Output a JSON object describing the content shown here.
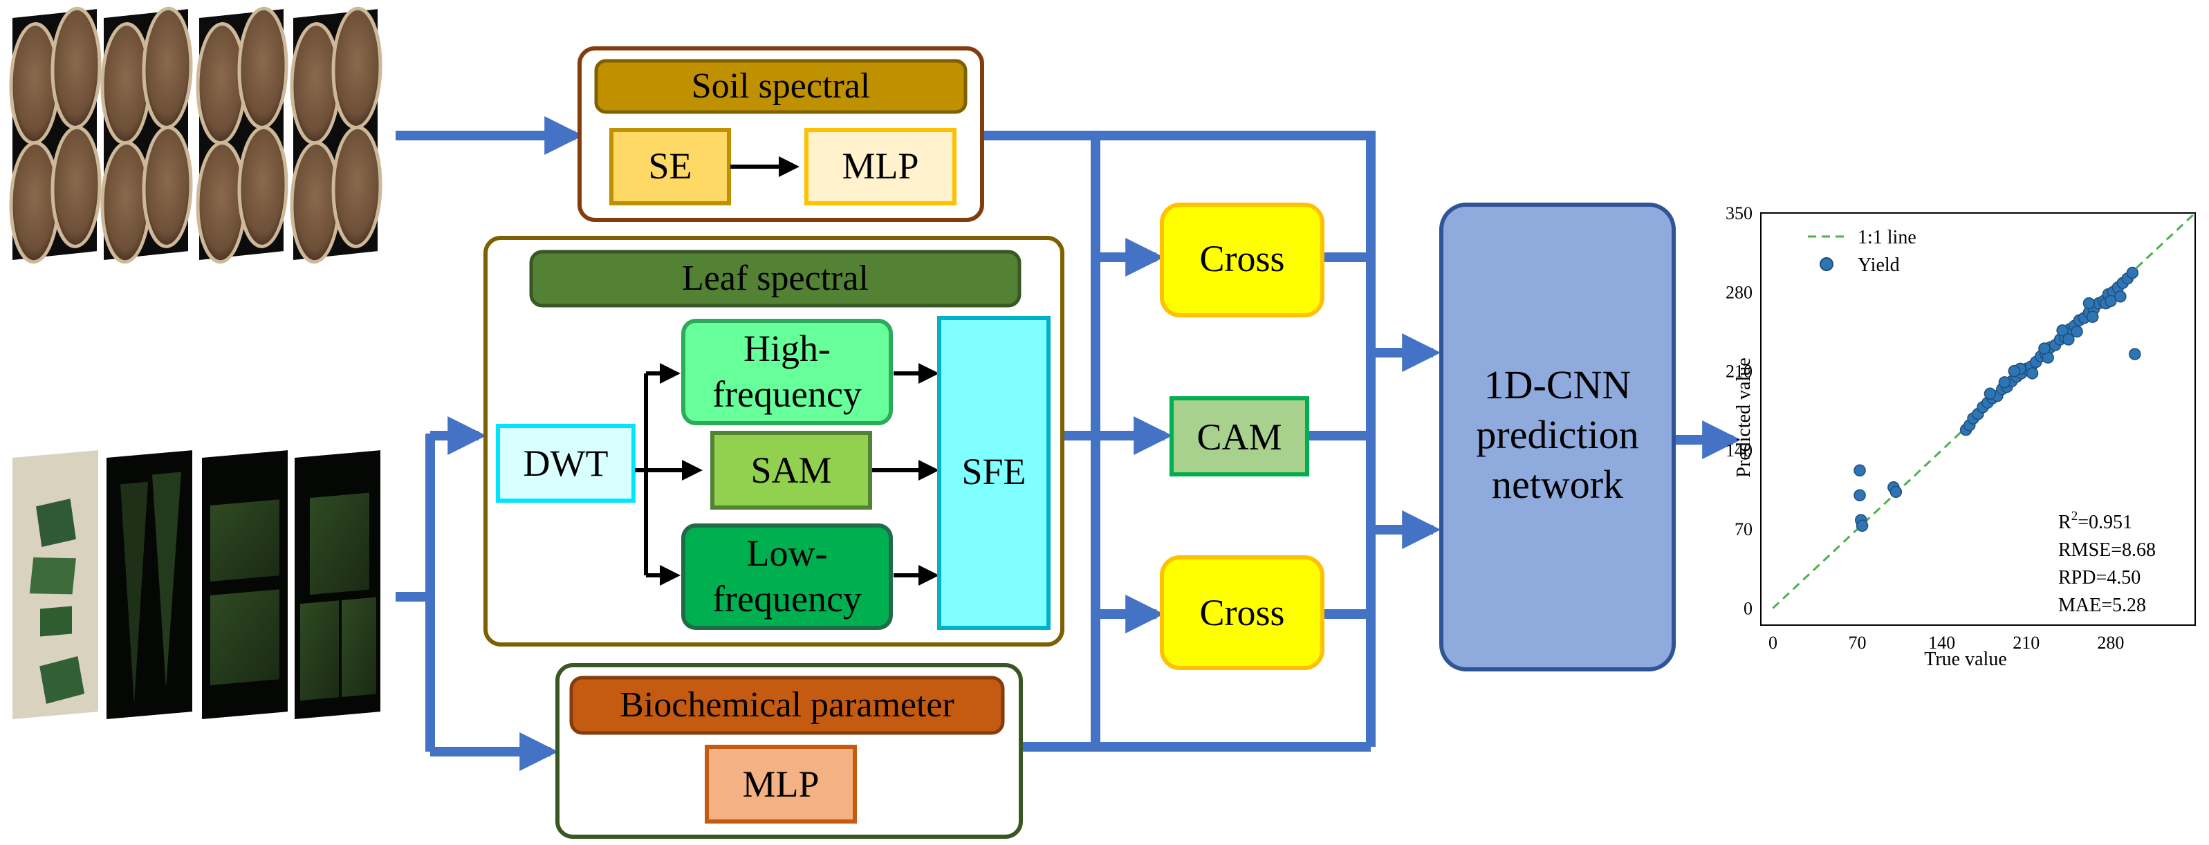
{
  "colors": {
    "arrow": "#4472C4",
    "soil_title_fill": "#BF9000",
    "leaf_title_fill": "#548235",
    "bio_title_fill": "#C55A11",
    "cross_fill": "#FFFF00",
    "cnn_fill": "#8FAADC",
    "sfe_fill": "#7FFFFF"
  },
  "soil": {
    "title": "Soil spectral",
    "se": "SE",
    "mlp": "MLP"
  },
  "leaf": {
    "title": "Leaf spectral",
    "dwt": "DWT",
    "high_line1": "High-",
    "high_line2": "frequency",
    "sam": "SAM",
    "low_line1": "Low-",
    "low_line2": "frequency",
    "sfe": "SFE"
  },
  "bio": {
    "title": "Biochemical parameter",
    "mlp": "MLP"
  },
  "fusion": {
    "cross_top": "Cross",
    "cam": "CAM",
    "cross_bottom": "Cross"
  },
  "cnn": {
    "line1": "1D-CNN",
    "line2": "prediction",
    "line3": "network"
  },
  "chart_data": {
    "type": "scatter",
    "xlabel": "True value",
    "ylabel": "Predicted value",
    "xlim": [
      -10,
      350
    ],
    "ylim": [
      -15,
      350
    ],
    "xticks": [
      "0",
      "70",
      "140",
      "210",
      "280"
    ],
    "yticks": [
      "0",
      "70",
      "140",
      "210",
      "280",
      "350"
    ],
    "legend": [
      "1:1 line",
      "Yield"
    ],
    "legend_position": "top-left",
    "grid": false,
    "annotations": [
      "R",
      "2",
      "=0.951",
      "RMSE=8.68",
      "RPD=4.50",
      "MAE=5.28"
    ],
    "series": [
      {
        "name": "Yield",
        "color": "#2E75B6",
        "x": [
          72,
          72,
          73,
          74,
          100,
          102,
          160,
          163,
          166,
          170,
          174,
          178,
          182,
          186,
          190,
          194,
          198,
          202,
          206,
          210,
          214,
          218,
          222,
          226,
          230,
          234,
          238,
          242,
          246,
          250,
          254,
          258,
          262,
          266,
          270,
          274,
          278,
          282,
          286,
          290,
          294,
          298,
          180,
          192,
          205,
          215,
          228,
          240,
          252,
          265,
          276,
          288,
          200,
          225,
          245,
          262,
          280,
          300
        ],
        "y": [
          122,
          100,
          78,
          73,
          107,
          103,
          158,
          162,
          168,
          172,
          178,
          182,
          186,
          188,
          194,
          196,
          201,
          205,
          208,
          212,
          214,
          218,
          223,
          225,
          231,
          233,
          238,
          240,
          247,
          250,
          255,
          257,
          262,
          265,
          270,
          272,
          278,
          280,
          284,
          288,
          292,
          297,
          190,
          200,
          212,
          208,
          222,
          246,
          245,
          258,
          270,
          276,
          210,
          230,
          238,
          270,
          272,
          225
        ]
      }
    ],
    "reference_line": {
      "name": "1:1 line",
      "from": [
        0,
        0
      ],
      "to": [
        350,
        350
      ]
    }
  }
}
